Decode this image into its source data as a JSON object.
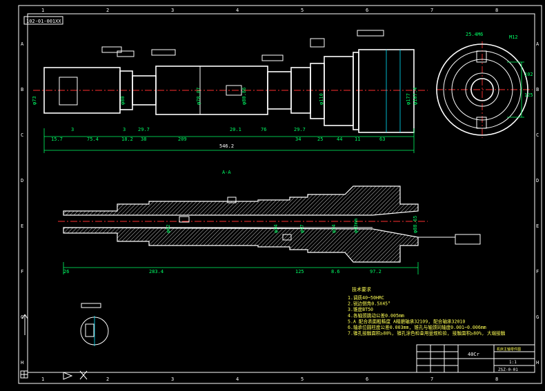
{
  "drawing_number_tag": "102-01-001XX",
  "colors": {
    "background": "#000000",
    "frame": "#ffffff",
    "dimension": "#00ff66",
    "centerline": "#ff3030",
    "notes": "#ffff55",
    "hatch": "#ffffff"
  },
  "top_view": {
    "dims_bottom": [
      "3",
      "75.4",
      "15.7",
      "3",
      "18.2",
      "29.7",
      "38",
      "209",
      "20.1",
      "76",
      "29.7",
      "34",
      "25",
      "44",
      "11",
      "63"
    ],
    "overall_length": "546.2",
    "diameters": [
      "φ73",
      "φ80",
      "φ78.07",
      "φ80.86",
      "φ110",
      "φ177",
      "φ107.4"
    ]
  },
  "section_view": {
    "label": "A-A",
    "dims_bottom": [
      "26",
      "283.4",
      "125",
      "8.6",
      "97.2"
    ],
    "diameters": [
      "φ62",
      "φ44",
      "φ54",
      "φ47",
      "φ43mm",
      "φ88.65"
    ]
  },
  "end_view": {
    "callouts": [
      "25.4M6",
      "M12"
    ],
    "dims": [
      "102",
      "125"
    ]
  },
  "notes": {
    "title": "技术要求",
    "items": [
      "1.调质40~50HRC",
      "2.锐边倒角0.5X45°",
      "3.锥度BT50",
      "4.各轴颈跳动公差0.005mm",
      "5.A 配合表面粗糙度 A精磨轴承32109, 配合轴承32010",
      "6.轴承位圆柱度公差0.003mm, 锥孔与轴颈同轴度0.001~0.006mm",
      "7.锥孔接触面积≥80%, 锥孔涂色检查用量规检验, 接触面积≥80%, 大端接触"
    ]
  },
  "title_block": {
    "material": "40Cr",
    "part_name": "机床主轴零件图",
    "drawing_no": "ZSZ-0-01",
    "scale": "1:1"
  },
  "ruler_top": [
    "1",
    "2",
    "3",
    "4",
    "5",
    "6",
    "7",
    "8"
  ],
  "ruler_left": [
    "A",
    "B",
    "C",
    "D",
    "E",
    "F",
    "G",
    "H"
  ]
}
